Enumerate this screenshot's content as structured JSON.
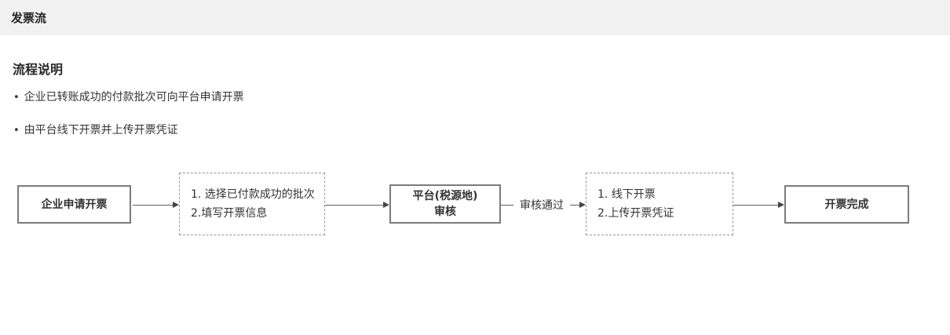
{
  "header": {
    "title": "发票流"
  },
  "section": {
    "heading": "流程说明",
    "bullet_char": "•",
    "bullets": [
      "企业已转账成功的付款批次可向平台申请开票",
      "由平台线下开票并上传开票凭证"
    ]
  },
  "flow": {
    "steps": [
      {
        "type": "solid",
        "label": "企业申请开票"
      },
      {
        "type": "dashed",
        "lines": [
          "1. 选择已付款成功的批次",
          "2.填写开票信息"
        ]
      },
      {
        "type": "solid",
        "lines": [
          "平台(税源地)",
          "审核"
        ]
      },
      {
        "type": "dashed",
        "lines": [
          "1. 线下开票",
          "2.上传开票凭证"
        ]
      },
      {
        "type": "solid",
        "label": "开票完成"
      }
    ],
    "arrow_label": "审核通过"
  },
  "colors": {
    "topbar_bg": "#f1f1f1",
    "solid_border": "#7b7b7b",
    "dashed_border": "#979797",
    "arrow": "#5f5f5f",
    "text": "#333333"
  }
}
